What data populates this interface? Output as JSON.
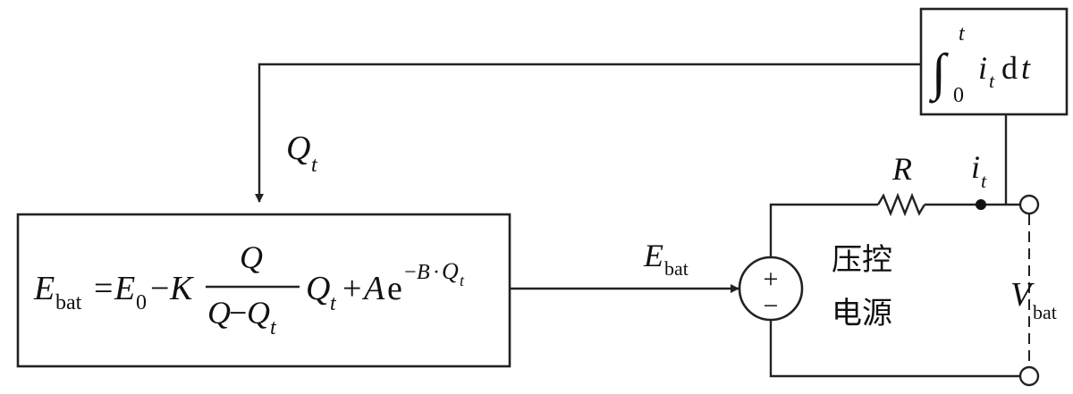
{
  "integrator": {
    "integral_sign": "∫",
    "upper_limit": "t",
    "lower_limit": "0",
    "integrand_var": "i",
    "integrand_sub": "t",
    "differential": "d",
    "differential_var": "t"
  },
  "feedback_label": {
    "var": "Q",
    "sub": "t"
  },
  "equation": {
    "lhs_var": "E",
    "lhs_sub": "bat",
    "equals": "=",
    "e0_var": "E",
    "e0_sub": "0",
    "minus1": "−",
    "k": "K",
    "frac_num": "Q",
    "frac_den_q": "Q",
    "frac_den_minus": "−",
    "frac_den_qt_var": "Q",
    "frac_den_qt_sub": "t",
    "qt_var": "Q",
    "qt_sub": "t",
    "plus": "+",
    "a": "A",
    "exp_base": "e",
    "exp_minus": "−",
    "exp_b": "B",
    "exp_dot": "·",
    "exp_q": "Q",
    "exp_q_sub": "t"
  },
  "output_label": {
    "var": "E",
    "sub": "bat"
  },
  "source": {
    "plus": "+",
    "minus": "−",
    "label_line1": "压控",
    "label_line2": "电源"
  },
  "resistor_label": "R",
  "current_label": {
    "var": "i",
    "sub": "t"
  },
  "terminal_voltage": {
    "var": "V",
    "sub": "bat"
  }
}
